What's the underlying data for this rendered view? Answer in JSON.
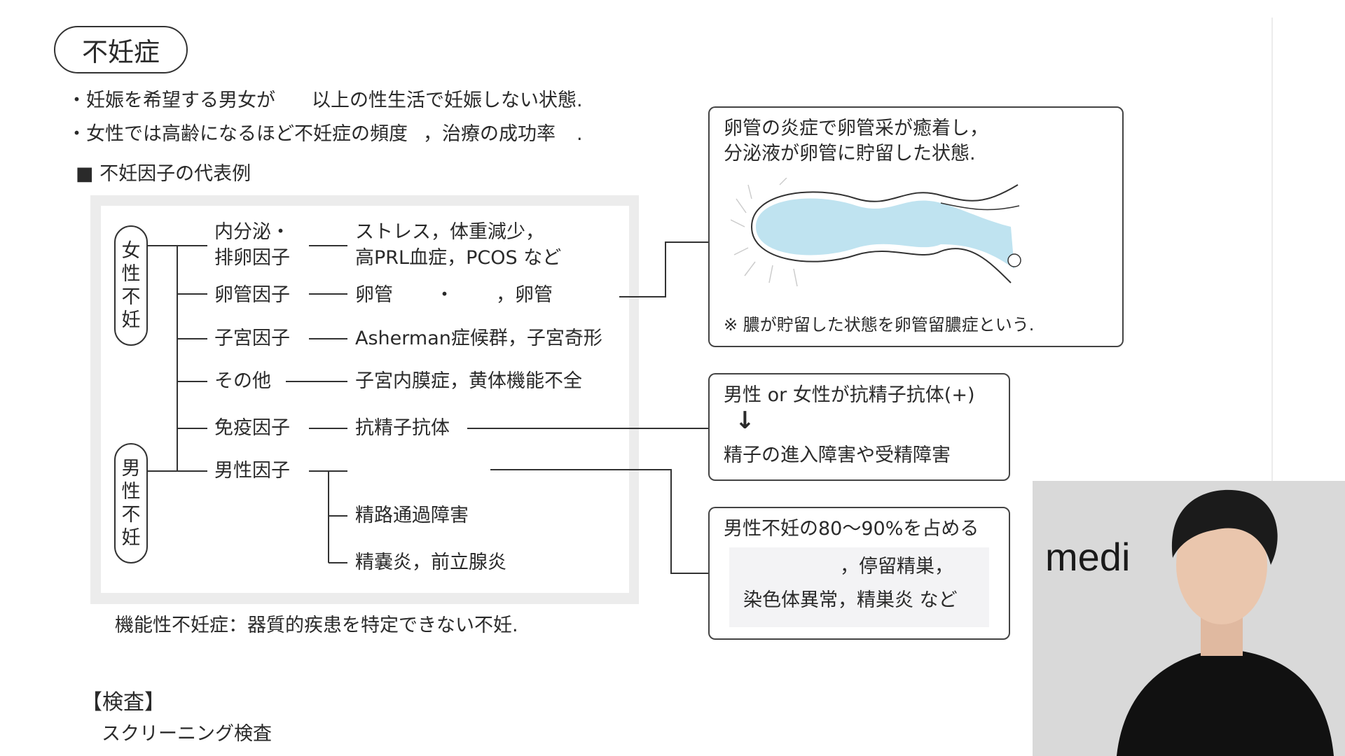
{
  "title": "不妊症",
  "bullets": [
    {
      "before": "・妊娠を希望する男女が",
      "after": "以上の性生活で妊娠しない状態."
    },
    {
      "before": "・女性では高齢になるほど不妊症の頻度",
      "middle": "，治療の成功率",
      "after": "."
    }
  ],
  "section_heading": "■ 不妊因子の代表例",
  "female_label": [
    "女",
    "性",
    "不",
    "妊"
  ],
  "male_label": [
    "男",
    "性",
    "不",
    "妊"
  ],
  "factors": {
    "endocrine": {
      "name1": "内分泌・",
      "name2": "排卵因子",
      "detail1": "ストレス，体重減少，",
      "detail2": "高PRL血症，PCOS など"
    },
    "tubal": {
      "name": "卵管因子",
      "detail_a": "卵管",
      "detail_dot": "・",
      "detail_b": "，卵管"
    },
    "uterine": {
      "name": "子宮因子",
      "detail": "Asherman症候群，子宮奇形"
    },
    "other": {
      "name": "その他",
      "detail": "子宮内膜症，黄体機能不全"
    },
    "immune": {
      "name": "免疫因子",
      "detail": "抗精子抗体"
    },
    "male": {
      "name": "男性因子",
      "sub1": "精路通過障害",
      "sub2": "精嚢炎，前立腺炎"
    }
  },
  "functional_note": "機能性不妊症：器質的疾患を特定できない不妊.",
  "exam_heading": "【検査】",
  "exam_item": "スクリーニング検査",
  "box_tubal": {
    "line1": "卵管の炎症で卵管采が癒着し，",
    "line2": "分泌液が卵管に貯留した状態.",
    "note": "※ 膿が貯留した状態を卵管留膿症という."
  },
  "box_immune": {
    "line1": "男性 or 女性が抗精子抗体(+)",
    "arrow": "↓",
    "line2": "精子の進入障害や受精障害"
  },
  "box_male": {
    "line1": "男性不妊の80〜90%を占める",
    "line2": "，停留精巣，",
    "line3": "染色体異常，精巣炎 など"
  },
  "webcam": {
    "logo": "medi"
  },
  "right_edge": "【",
  "colors": {
    "tube_blue": "#bfe3f0",
    "cam_bg": "#d9d9d9"
  }
}
